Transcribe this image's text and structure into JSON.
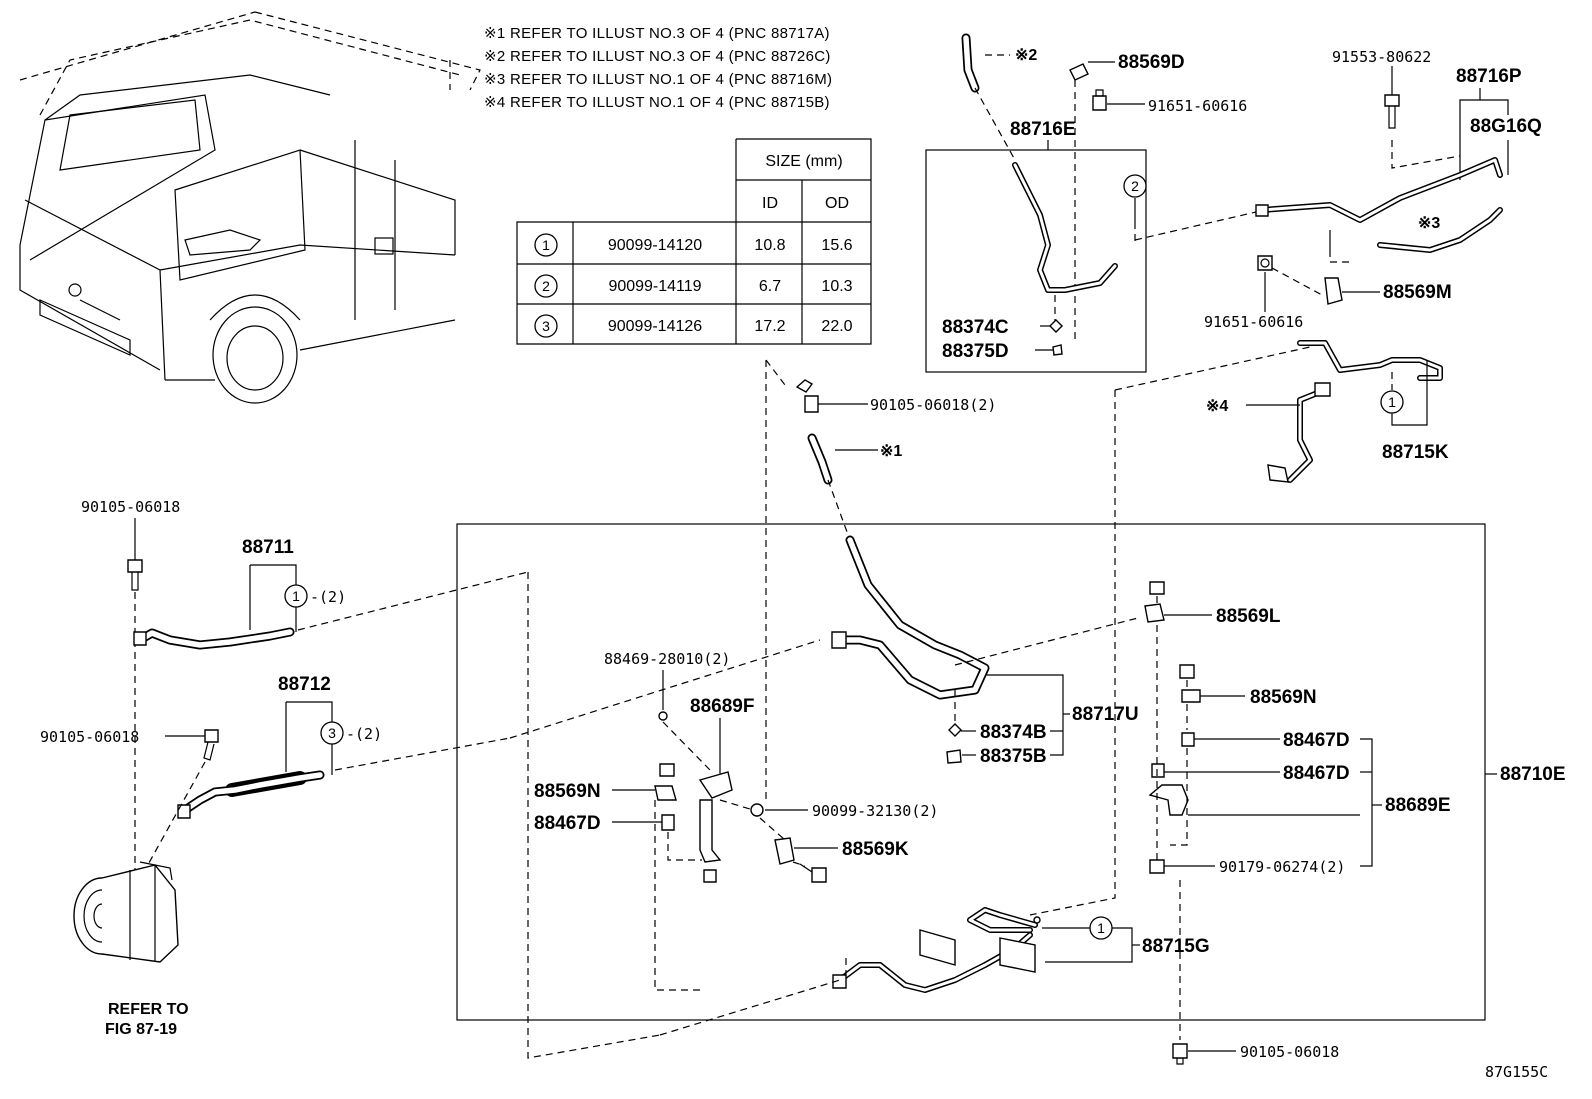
{
  "notes": [
    "※1 REFER TO ILLUST NO.3 OF 4 (PNC 88717A)",
    "※2 REFER TO ILLUST NO.3 OF 4 (PNC 88726C)",
    "※3 REFER TO ILLUST NO.1 OF 4 (PNC 88716M)",
    "※4 REFER TO ILLUST NO.1 OF 4 (PNC 88715B)"
  ],
  "size_table": {
    "header": "SIZE (mm)",
    "col_id": "ID",
    "col_od": "OD",
    "rows": [
      {
        "mark": "1",
        "part": "90099-14120",
        "id": "10.8",
        "od": "15.6"
      },
      {
        "mark": "2",
        "part": "90099-14119",
        "id": "6.7",
        "od": "10.3"
      },
      {
        "mark": "3",
        "part": "90099-14126",
        "id": "17.2",
        "od": "22.0"
      }
    ]
  },
  "labels": {
    "p88569D": "88569D",
    "p91651_top": "91651-60616",
    "ref2": "※2",
    "p88716E": "88716E",
    "p88374C": "88374C",
    "p88375D": "88375D",
    "mark2": "2",
    "p91553": "91553-80622",
    "p88716P": "88716P",
    "p88G16Q": "88G16Q",
    "ref3": "※3",
    "p91651_mid": "91651-60616",
    "p88569M": "88569M",
    "ref4": "※4",
    "mark1_k": "1",
    "p88715K": "88715K",
    "p90105_top": "90105-06018(2)",
    "ref1": "※1",
    "p90105_left": "90105-06018",
    "p88711": "88711",
    "mark1_711": "1",
    "qty_711": "-(2)",
    "p88712": "88712",
    "mark3_712": "3",
    "qty_712": "-(2)",
    "p90105_left2": "90105-06018",
    "refer_to": "REFER TO",
    "fig": "FIG 87-19",
    "p88469": "88469-28010(2)",
    "p88689F": "88689F",
    "p88569N_left": "88569N",
    "p88467D_left": "88467D",
    "p90099_32130": "90099-32130(2)",
    "p88569K": "88569K",
    "p88374B": "88374B",
    "p88375B": "88375B",
    "p88717U": "88717U",
    "p88569L": "88569L",
    "p88569N_right": "88569N",
    "p88467D_r1": "88467D",
    "p88467D_r2": "88467D",
    "p88689E": "88689E",
    "p90179": "90179-06274(2)",
    "p88710E": "88710E",
    "mark1_g": "1",
    "p88715G": "88715G",
    "p90105_bottom": "90105-06018",
    "drawing_no": "87G155C"
  }
}
